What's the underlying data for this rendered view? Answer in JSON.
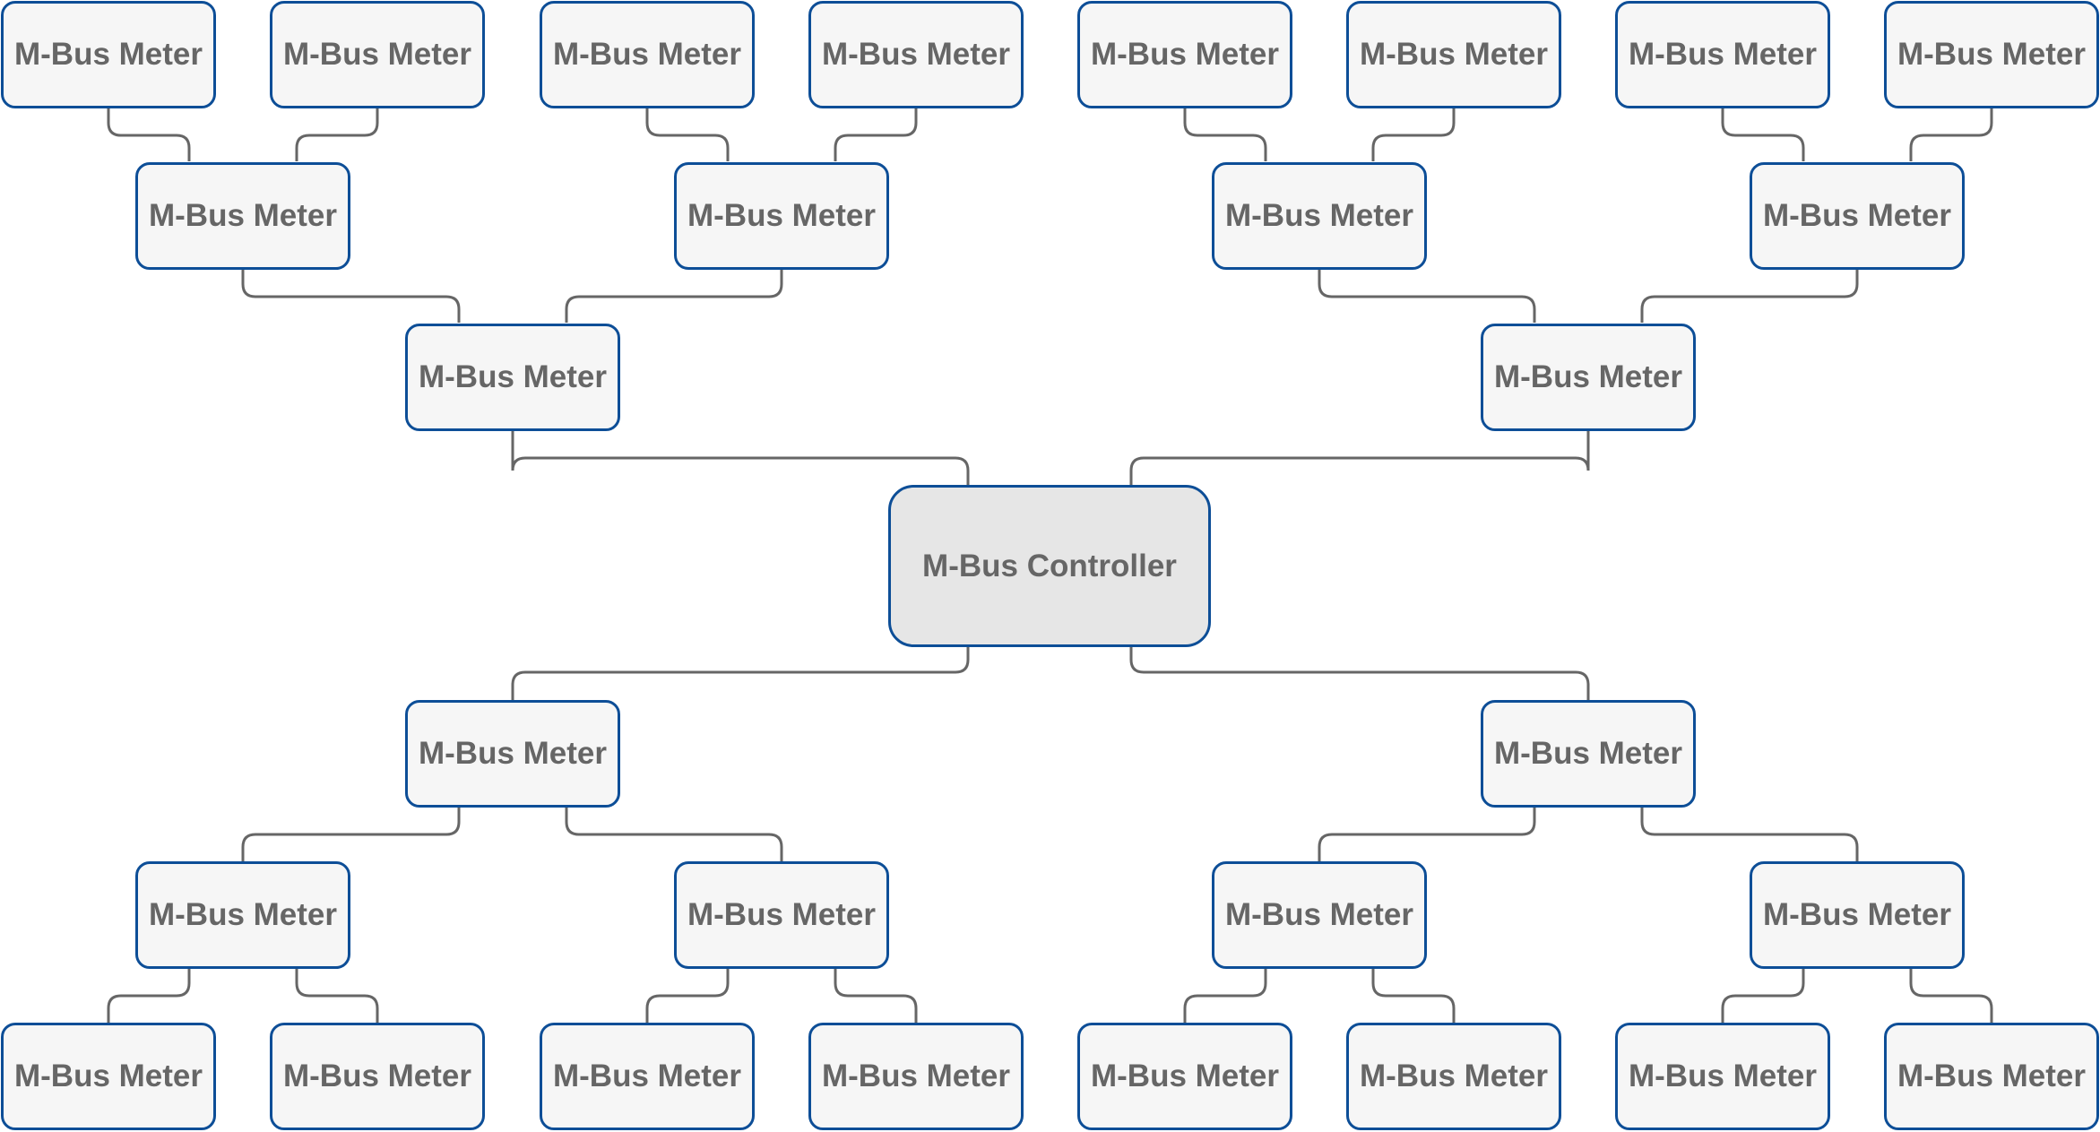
{
  "diagram": {
    "controller": {
      "label": "M-Bus Controller"
    },
    "meters": {
      "top": {
        "left": {
          "label": "M-Bus Meter",
          "children": [
            {
              "label": "M-Bus Meter",
              "children": [
                {
                  "label": "M-Bus Meter"
                },
                {
                  "label": "M-Bus Meter"
                }
              ]
            },
            {
              "label": "M-Bus Meter",
              "children": [
                {
                  "label": "M-Bus Meter"
                },
                {
                  "label": "M-Bus Meter"
                }
              ]
            }
          ]
        },
        "right": {
          "label": "M-Bus Meter",
          "children": [
            {
              "label": "M-Bus Meter",
              "children": [
                {
                  "label": "M-Bus Meter"
                },
                {
                  "label": "M-Bus Meter"
                }
              ]
            },
            {
              "label": "M-Bus Meter",
              "children": [
                {
                  "label": "M-Bus Meter"
                },
                {
                  "label": "M-Bus Meter"
                }
              ]
            }
          ]
        }
      },
      "bottom": {
        "left": {
          "label": "M-Bus Meter",
          "children": [
            {
              "label": "M-Bus Meter",
              "children": [
                {
                  "label": "M-Bus Meter"
                },
                {
                  "label": "M-Bus Meter"
                }
              ]
            },
            {
              "label": "M-Bus Meter",
              "children": [
                {
                  "label": "M-Bus Meter"
                },
                {
                  "label": "M-Bus Meter"
                }
              ]
            }
          ]
        },
        "right": {
          "label": "M-Bus Meter",
          "children": [
            {
              "label": "M-Bus Meter",
              "children": [
                {
                  "label": "M-Bus Meter"
                },
                {
                  "label": "M-Bus Meter"
                }
              ]
            },
            {
              "label": "M-Bus Meter",
              "children": [
                {
                  "label": "M-Bus Meter"
                },
                {
                  "label": "M-Bus Meter"
                }
              ]
            }
          ]
        }
      }
    }
  }
}
